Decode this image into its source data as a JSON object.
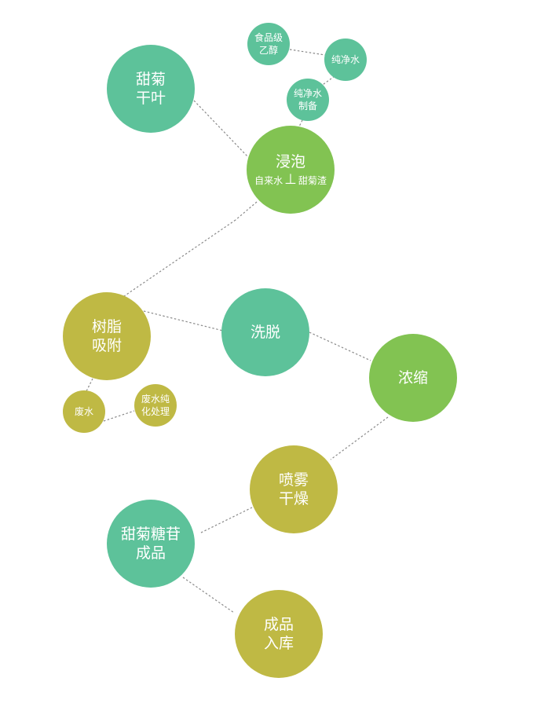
{
  "nodes": {
    "stevia_leaves": {
      "label": "甜菊\n干叶",
      "color": "#5dc29a"
    },
    "food_ethanol": {
      "label": "食品级\n乙醇",
      "color": "#5dc29a"
    },
    "pure_water": {
      "label": "纯净水",
      "color": "#5dc29a"
    },
    "pure_water_prep": {
      "label": "纯净水\n制备",
      "color": "#5dc29a"
    },
    "soaking": {
      "label": "浸泡",
      "sub_left": "自来水",
      "sub_sep": "⊥",
      "sub_right": "甜菊渣",
      "color": "#82c352"
    },
    "resin_adsorption": {
      "label": "树脂\n吸附",
      "color": "#bfb944"
    },
    "elution": {
      "label": "洗脱",
      "color": "#5dc29a"
    },
    "wastewater": {
      "label": "废水",
      "color": "#bfb944"
    },
    "wastewater_treatment": {
      "label": "废水纯\n化处理",
      "color": "#bfb944"
    },
    "concentration": {
      "label": "浓缩",
      "color": "#82c352"
    },
    "spray_drying": {
      "label": "喷雾\n干燥",
      "color": "#bfb944"
    },
    "stevioside_product": {
      "label": "甜菊糖苷\n成品",
      "color": "#5dc29a"
    },
    "warehousing": {
      "label": "成品\n入库",
      "color": "#bfb944"
    }
  }
}
